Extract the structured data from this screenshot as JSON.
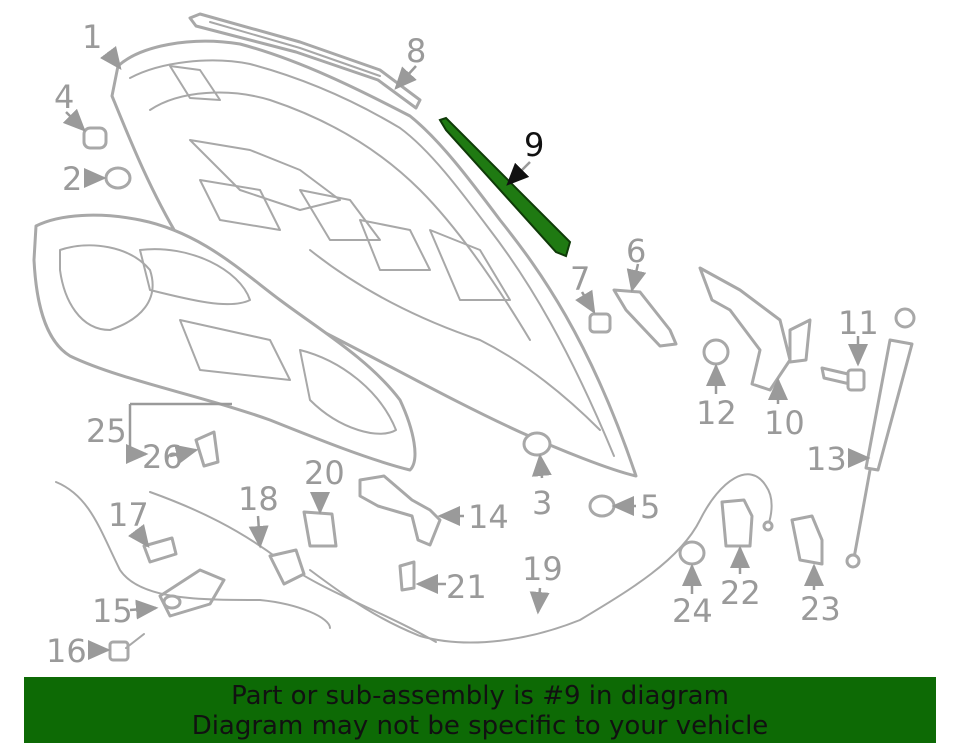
{
  "diagram": {
    "highlighted_part": "9",
    "highlight_color": "#1f7a12",
    "banner_color": "#0d6a05",
    "callouts": {
      "c1": "1",
      "c2": "2",
      "c3": "3",
      "c4": "4",
      "c5": "5",
      "c6": "6",
      "c7": "7",
      "c8": "8",
      "c9": "9",
      "c10": "10",
      "c11": "11",
      "c12": "12",
      "c13": "13",
      "c14": "14",
      "c15": "15",
      "c16": "16",
      "c17": "17",
      "c18": "18",
      "c19": "19",
      "c20": "20",
      "c21": "21",
      "c22": "22",
      "c23": "23",
      "c24": "24",
      "c25": "25",
      "c26": "26"
    }
  },
  "banner": {
    "line1": "Part or sub-assembly is #9 in diagram",
    "line2": "Diagram may not be specific to your vehicle"
  }
}
